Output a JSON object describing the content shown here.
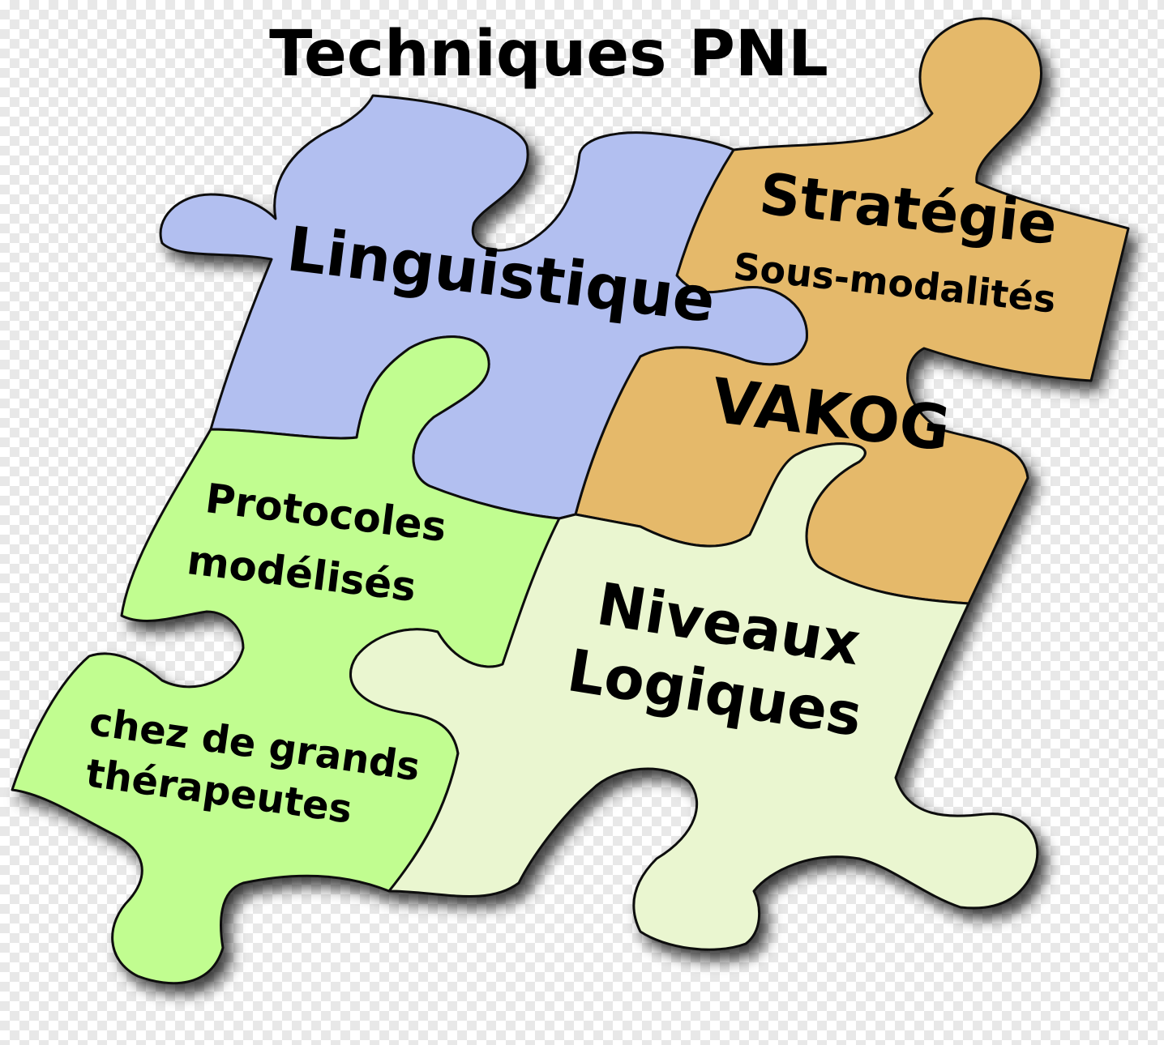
{
  "title": "Techniques PNL",
  "pieces": {
    "linguistique": {
      "label": "Linguistique",
      "color": "#b2bff0"
    },
    "strategie": {
      "label_1": "Stratégie",
      "label_2": "Sous-modalités",
      "color": "#e5b96a"
    },
    "vakog": {
      "label": "VAKOG",
      "color": "#e5b96a"
    },
    "protocoles": {
      "label_1": "Protocoles",
      "label_2": "modélisés",
      "color": "#c1fd90"
    },
    "therapeutes": {
      "label_1": "chez de grands",
      "label_2": "thérapeutes",
      "color": "#c1fd90"
    },
    "niveaux": {
      "label_1": "Niveaux",
      "label_2": "Logiques",
      "color": "#eaf6d0"
    }
  }
}
